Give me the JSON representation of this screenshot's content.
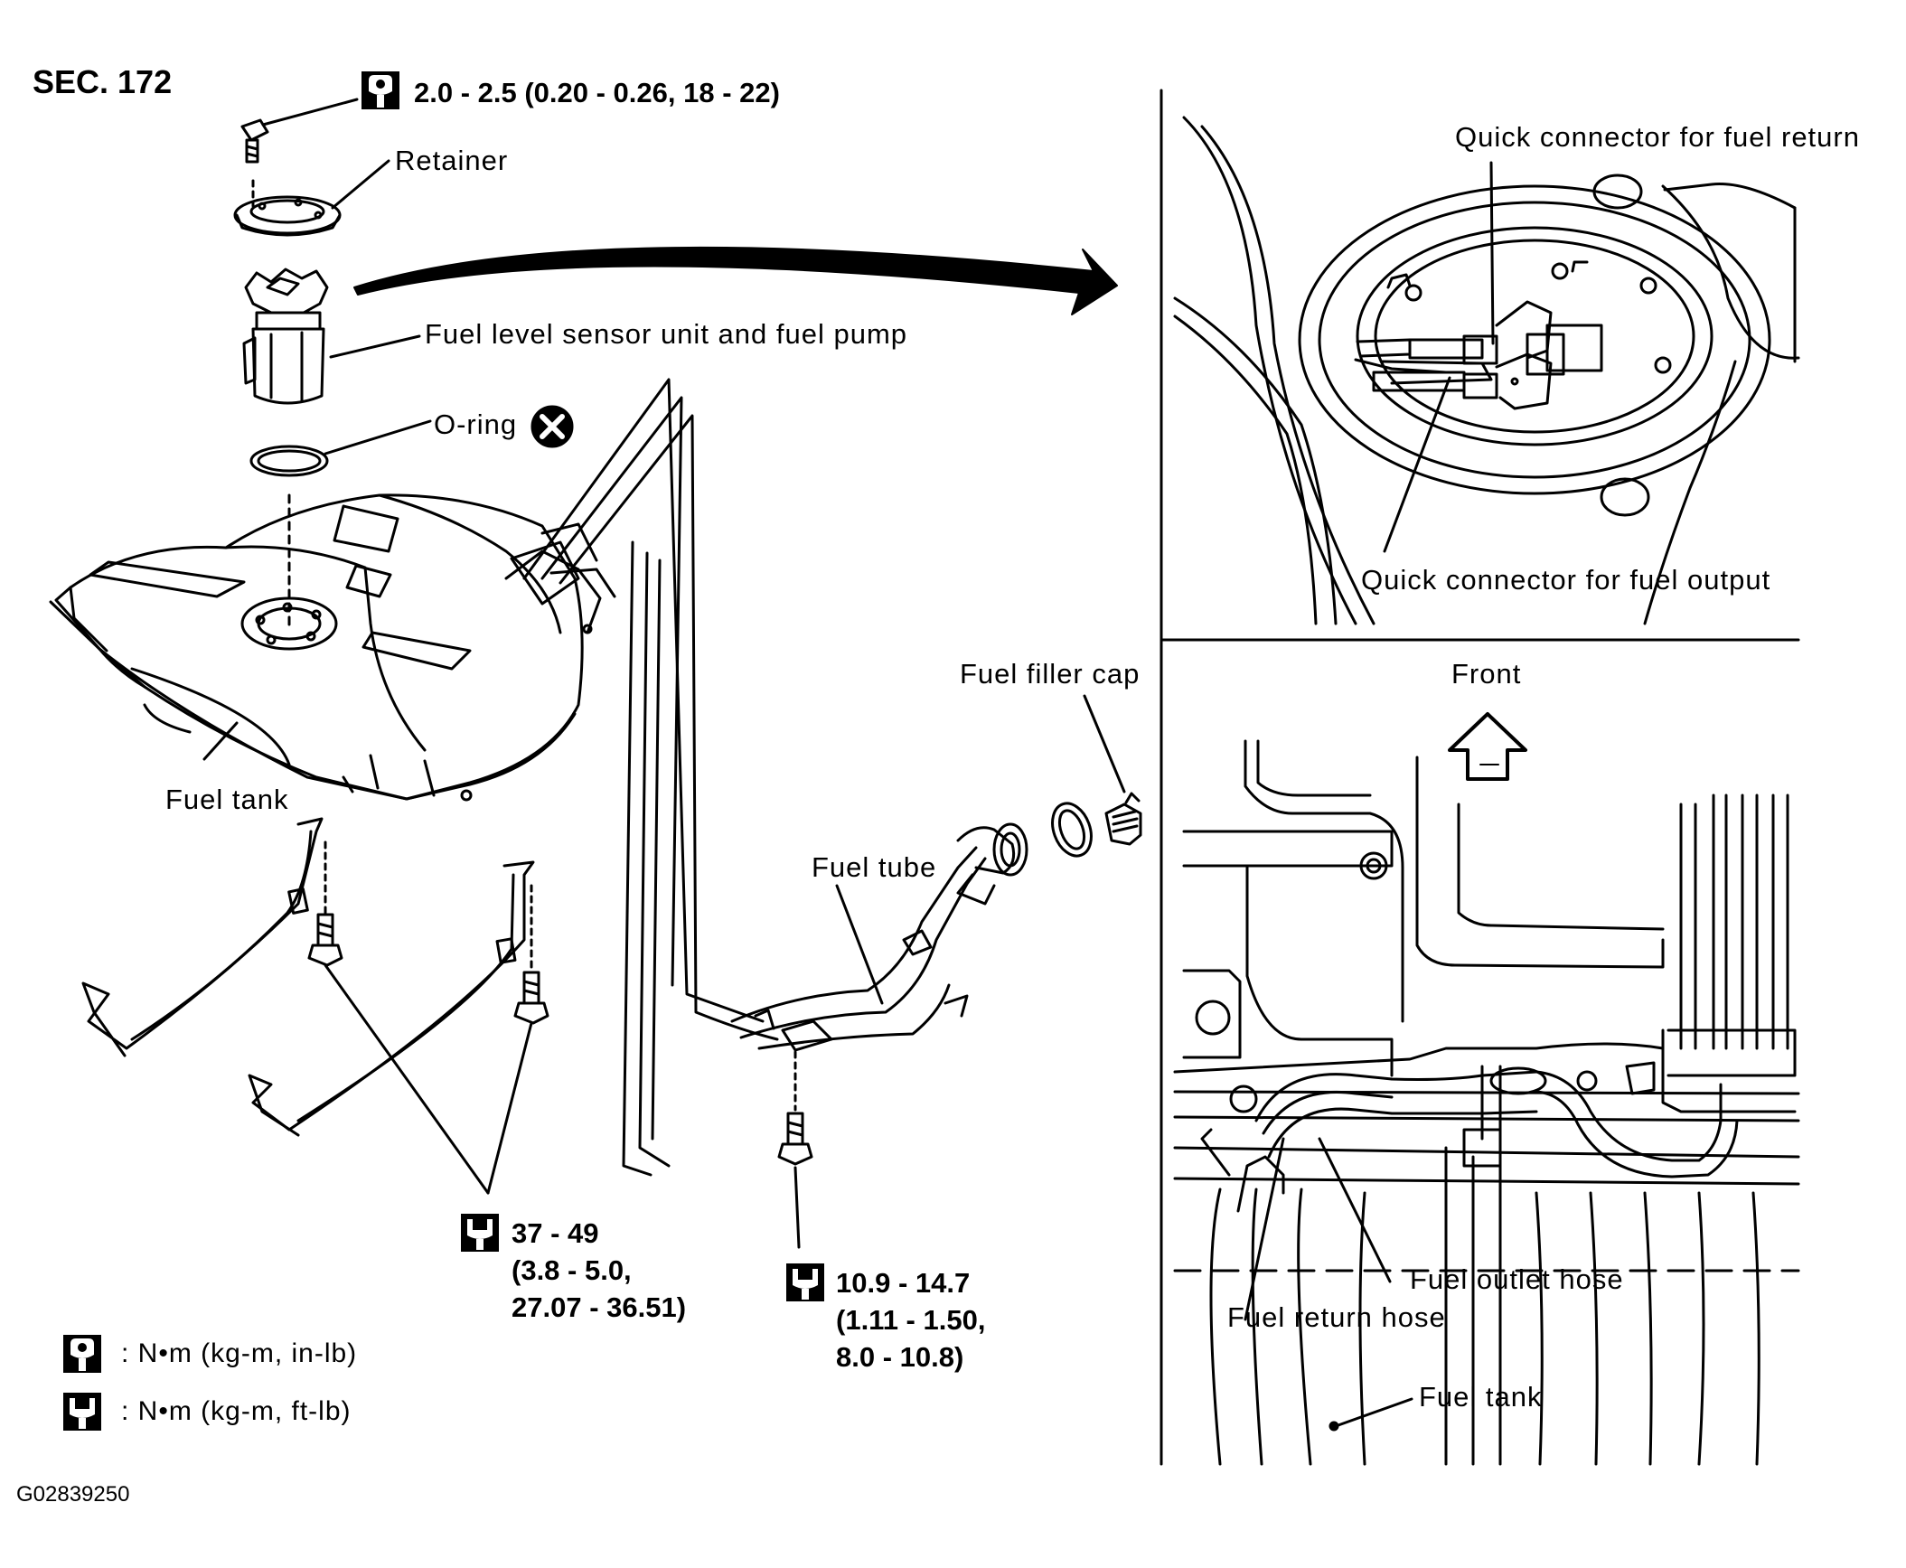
{
  "section": "SEC. 172",
  "figure_id": "G02839250",
  "labels": {
    "retainer": "Retainer",
    "pump": "Fuel level sensor unit and fuel pump",
    "oring": "O-ring",
    "tank_left": "Fuel tank",
    "filler_cap": "Fuel filler cap",
    "fuel_tube": "Fuel tube",
    "qc_return": "Quick connector for fuel return",
    "qc_output": "Quick connector for fuel output",
    "front": "Front",
    "outlet_hose": "Fuel outlet hose",
    "return_hose": "Fuel return hose",
    "tank_right": "Fuel tank"
  },
  "torques": {
    "retainer_bolt": "2.0 - 2.5 (0.20 - 0.26, 18 - 22)",
    "strap_bolts": [
      "37 - 49",
      "(3.8 - 5.0,",
      "27.07 - 36.51)"
    ],
    "tube_bolt": [
      "10.9 - 14.7",
      "(1.11 - 1.50,",
      "8.0 - 10.8)"
    ]
  },
  "legend": [
    {
      "icon": "torque-wrench-in-lb-icon",
      "text": ": N•m (kg-m, in-lb)"
    },
    {
      "icon": "torque-wrench-ft-lb-icon",
      "text": ": N•m (kg-m, ft-lb)"
    }
  ],
  "icons": [
    "torque-wrench-icon",
    "do-not-reuse-icon",
    "front-arrow-icon"
  ]
}
